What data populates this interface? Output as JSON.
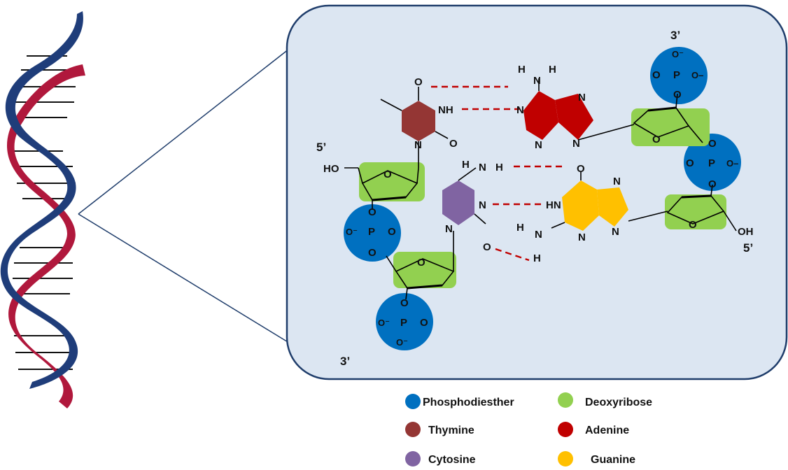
{
  "colors": {
    "phosphate": "#0070c0",
    "deoxyribose": "#92d050",
    "thymine": "#943634",
    "adenine": "#c00000",
    "cytosine": "#8064a2",
    "guanine": "#ffc000",
    "panel": "#dce6f2",
    "panel_border": "#1f3d6b",
    "helix_blue": "#1f3d7a",
    "helix_red": "#b0183c"
  },
  "strand_ends": {
    "top_right": "3’",
    "left_top": "5’",
    "right_bottom": "5’",
    "bottom_left": "3’"
  },
  "atoms": {
    "O": "O",
    "N": "N",
    "NH": "NH",
    "HN": "HN",
    "H": "H",
    "P": "P",
    "HO": "HO",
    "OH": "OH",
    "O_minus": "O⁻",
    "O_dash": "O–"
  },
  "legend": [
    {
      "label": "Phosphodiesther",
      "color": "#0070c0"
    },
    {
      "label": "Deoxyribose",
      "color": "#92d050"
    },
    {
      "label": "Thymine",
      "color": "#943634"
    },
    {
      "label": "Adenine",
      "color": "#c00000"
    },
    {
      "label": "Cytosine",
      "color": "#8064a2"
    },
    {
      "label": "Guanine",
      "color": "#ffc000"
    }
  ]
}
